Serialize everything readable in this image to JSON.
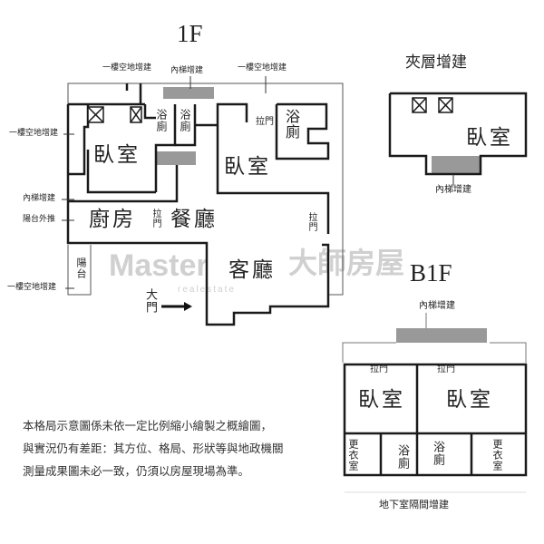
{
  "floor_1f": {
    "title": "1F",
    "annotations": {
      "open_space_top_left": "一樓空地增建",
      "stairs_top": "內梯增建",
      "open_space_top_right": "一樓空地增建",
      "open_space_left": "一樓空地增建",
      "stairs_left": "內梯增建",
      "balcony_extended": "陽台外推",
      "open_space_bottom_left": "一樓空地增建"
    },
    "rooms": {
      "bedroom_left": "臥室",
      "bath_1": "浴廁",
      "bath_2": "浴廁",
      "bedroom_right": "臥室",
      "bath_right": "浴廁",
      "kitchen": "廚房",
      "dining": "餐廳",
      "living": "客廳",
      "balcony": "陽台",
      "main_door": "大門",
      "sliding_door_1": "拉門",
      "sliding_door_2": "拉門",
      "sliding_door_3": "拉門"
    }
  },
  "mezzanine": {
    "title": "夾層增建",
    "bedroom": "臥室",
    "stairs": "內梯增建"
  },
  "floor_b1f": {
    "title": "B1F",
    "stairs": "內梯增建",
    "sliding_door_left": "拉門",
    "sliding_door_right": "拉門",
    "bedroom_left": "臥室",
    "bedroom_right": "臥室",
    "closet_left": "更衣室",
    "bath_left": "浴廁",
    "bath_right": "浴廁",
    "closet_right": "更衣室",
    "caption": "地下室隔間增建"
  },
  "disclaimer": [
    "本格局示意圖係未依一定比例縮小繪製之概繪圖，",
    "與實況仍有差距：其方位、格局、形狀等與地政機關",
    "測量成果圖未必一致，仍須以房屋現場為準。"
  ],
  "watermark": {
    "brand_en": "Master",
    "brand_sub": "realestate",
    "brand_zh": "大師房屋"
  },
  "colors": {
    "wall": "#1a1a1a",
    "stairs": "#999999",
    "watermark": "#d0d0d0"
  }
}
